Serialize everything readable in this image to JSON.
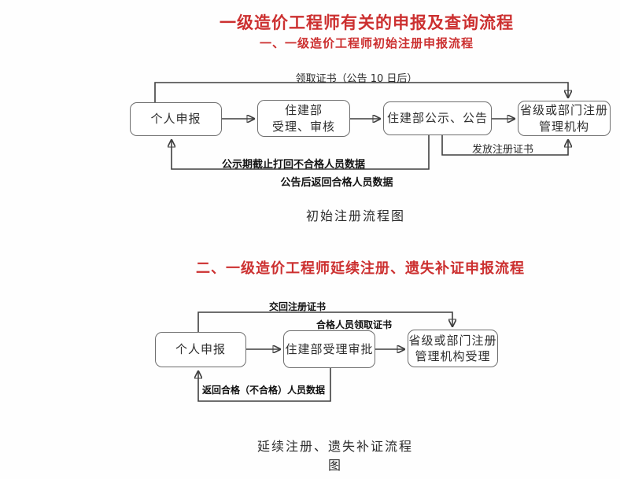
{
  "colors": {
    "title_red": "#cc3030",
    "line": "#3f3f3f",
    "box_border": "#6e6e6e"
  },
  "header": {
    "title": "一级造价工程师有关的申报及查询流程",
    "subtitle": "一、一级造价工程师初始注册申报流程"
  },
  "section2": {
    "title": "二、一级造价工程师延续注册、遗失补证申报流程"
  },
  "flow1": {
    "caption": "初始注册流程图",
    "nodes": [
      {
        "line1": "个人申报"
      },
      {
        "line1": "住建部",
        "line2": "受理、审核"
      },
      {
        "line1": "住建部公示、公告"
      },
      {
        "line1": "省级或部门注册",
        "line2": "管理机构"
      }
    ],
    "edge_labels": {
      "top": "领取证书（公告 10 日后）",
      "issue": "发放注册证书",
      "return_fail": "公示期截止打回不合格人员数据",
      "return_pass": "公告后返回合格人员数据"
    }
  },
  "flow2": {
    "caption": "延续注册、遗失补证流程图",
    "nodes": [
      {
        "line1": "个人申报"
      },
      {
        "line1": "住建部受理审批"
      },
      {
        "line1": "省级或部门注册",
        "line2": "管理机构受理"
      }
    ],
    "edge_labels": {
      "top": "交回注册证书",
      "collect": "合格人员领取证书",
      "return": "返回合格（不合格）人员数据"
    }
  }
}
